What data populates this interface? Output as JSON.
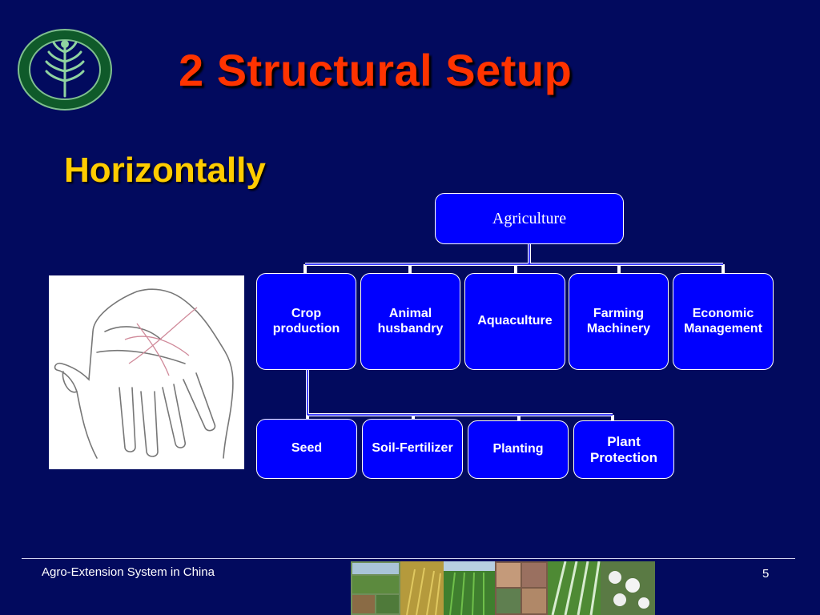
{
  "slide": {
    "title": "2  Structural Setup",
    "subtitle": "Horizontally",
    "footer_text": "Agro-Extension System in China",
    "page_number": "5"
  },
  "org_chart": {
    "root": "Agriculture",
    "level1": [
      "Crop\nproduction",
      "Animal\nhusbandry",
      "Aquaculture",
      "Farming\nMachinery",
      "Economic\nManagement"
    ],
    "level2": [
      "Seed",
      "Soil-Fertilizer",
      "Planting",
      "Plant\nProtection"
    ]
  },
  "colors": {
    "background": "#020a5e",
    "title": "#ff3300",
    "subtitle": "#ffcc00",
    "box_fill": "#0000ff",
    "connector": "#ffffff"
  },
  "icons": {
    "logo": "wheat-emblem-logo",
    "illustration": "hand-sketch-image",
    "footer_photos": "agriculture-photo-collage"
  }
}
